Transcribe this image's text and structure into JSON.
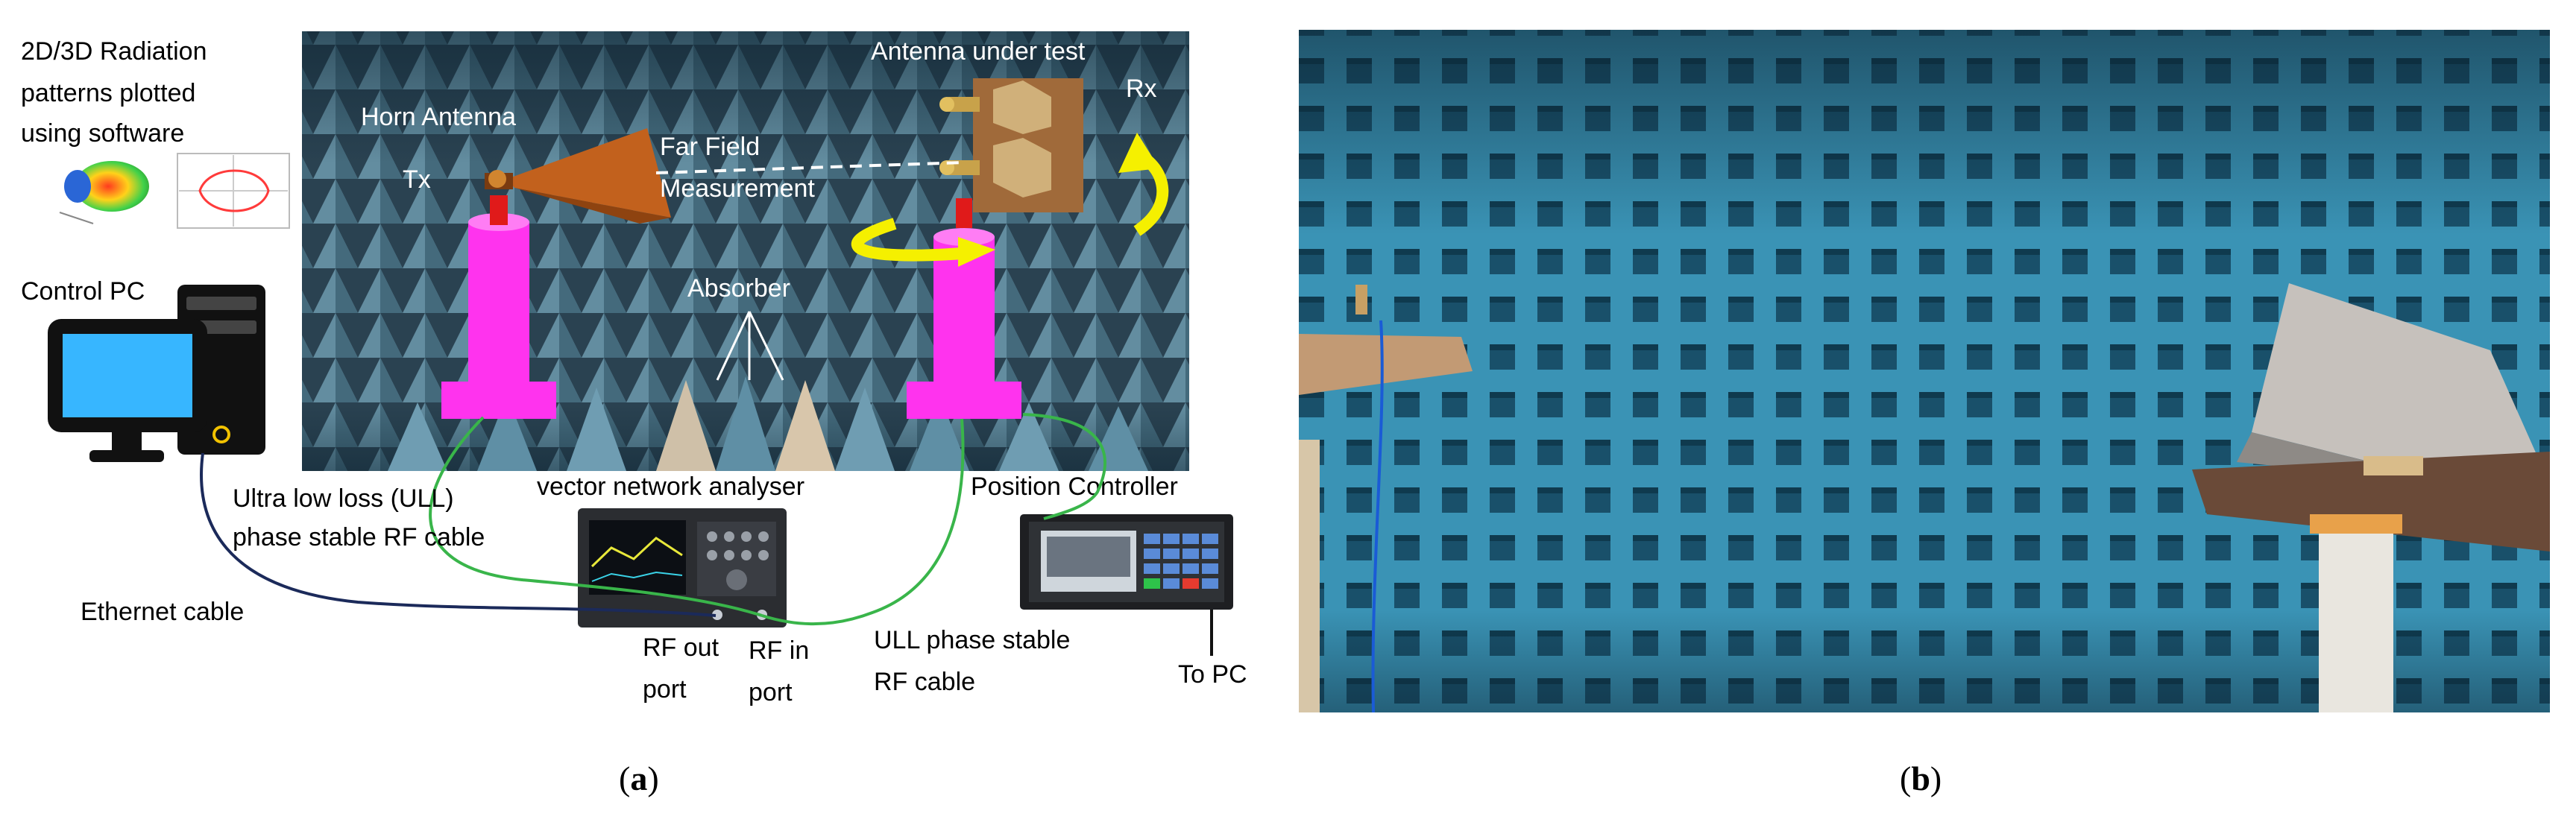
{
  "panel_a": {
    "label_software_1": "2D/3D Radiation",
    "label_software_2": "patterns plotted",
    "label_software_3": "using software",
    "label_horn": "Horn Antenna",
    "label_tx": "Tx",
    "label_far_1": "Far Field",
    "label_far_2": "Measurement",
    "label_aut": "Antenna under test",
    "label_rx": "Rx",
    "label_absorber": "Absorber",
    "label_control_pc": "Control PC",
    "label_ull_1": "Ultra low loss (ULL)",
    "label_ull_2": "phase stable RF cable",
    "label_vna": "vector network analyser",
    "label_position": "Position Controller",
    "label_ethernet": "Ethernet cable",
    "label_rfout_1": "RF out",
    "label_rfout_2": "port",
    "label_rfin_1": "RF in",
    "label_rfin_2": "port",
    "label_ull2_1": "ULL phase stable",
    "label_ull2_2": "RF cable",
    "label_topc": "To PC"
  },
  "captions": {
    "a": "a",
    "b": "b"
  },
  "colors": {
    "chamber_bg": "#22303a",
    "absorber": "#5f8fa5",
    "tower": "#ff33ee",
    "cable_green": "#39b54a",
    "cable_navy": "#1b2a5a",
    "arrow_yellow": "#f5f000",
    "horn": "#c2611d",
    "photo_bg": "#2f7f9f"
  }
}
